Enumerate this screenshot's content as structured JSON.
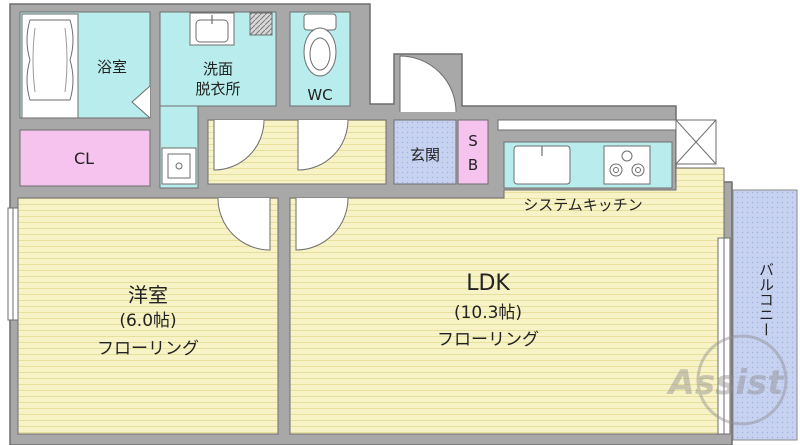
{
  "rooms": {
    "bath": "浴室",
    "washroom_line1": "洗面",
    "washroom_line2": "脱衣所",
    "wc": "WC",
    "entrance": "玄関",
    "shoe_box_s": "S",
    "shoe_box_b": "B",
    "closet": "CL",
    "kitchen": "システムキッチン",
    "western_room_name": "洋室",
    "western_room_size": "(6.0帖)",
    "western_room_floor": "フローリング",
    "ldk_name": "LDK",
    "ldk_size": "(10.3帖)",
    "ldk_floor": "フローリング",
    "balcony": "バルコニー"
  },
  "watermark": "Assist",
  "colors": {
    "wall": "#a8a8a8",
    "wall_stroke": "#6e6e6e",
    "bath": "#b9ecec",
    "washroom": "#b9ecec",
    "wc": "#b9ecec",
    "entrance": "#c7d2f0",
    "shoe_box": "#f5c3ee",
    "closet": "#f5c3ee",
    "flooring": "#f7f3c6",
    "flooring_line": "#e7df9c",
    "balcony": "#c7d2f0",
    "kitchen_counter": "#b9ecec"
  }
}
